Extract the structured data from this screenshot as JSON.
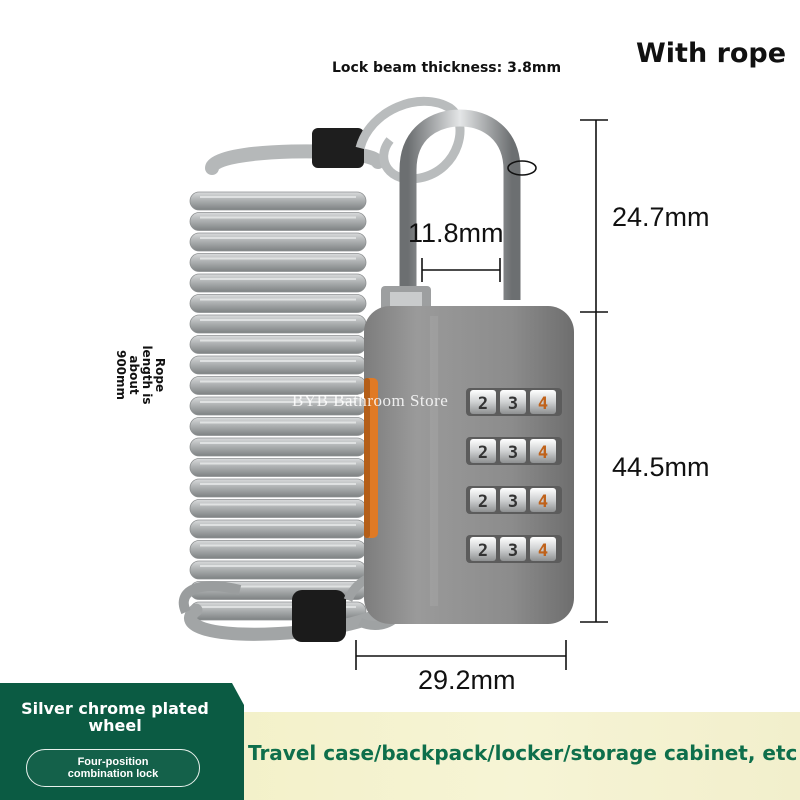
{
  "header": {
    "title": "With rope",
    "beam_thickness": "Lock beam thickness: 3.8mm"
  },
  "rope": {
    "length_label": "Rope length is about 900mm"
  },
  "dimensions": {
    "shackle_width": "11.8mm",
    "shackle_height": "24.7mm",
    "body_height": "44.5mm",
    "body_width": "29.2mm"
  },
  "lock": {
    "dial_digits": [
      "2",
      "3",
      "4"
    ],
    "dial_count": 4
  },
  "watermark": "BYB Bathroom Store",
  "bottom": {
    "feature_title": "Silver chrome plated wheel",
    "feature_pill": "Four-position combination lock",
    "usage_text": "Travel case/backpack/locker/storage cabinet, etc"
  },
  "colors": {
    "accent_green": "#0b5b43",
    "usage_text_green": "#0e6f4b",
    "banner_cream": "#f4f2cf",
    "lock_body": "#8a8a8a",
    "lock_accent_orange": "#e07a25",
    "rope_silver": "#a9acad"
  }
}
